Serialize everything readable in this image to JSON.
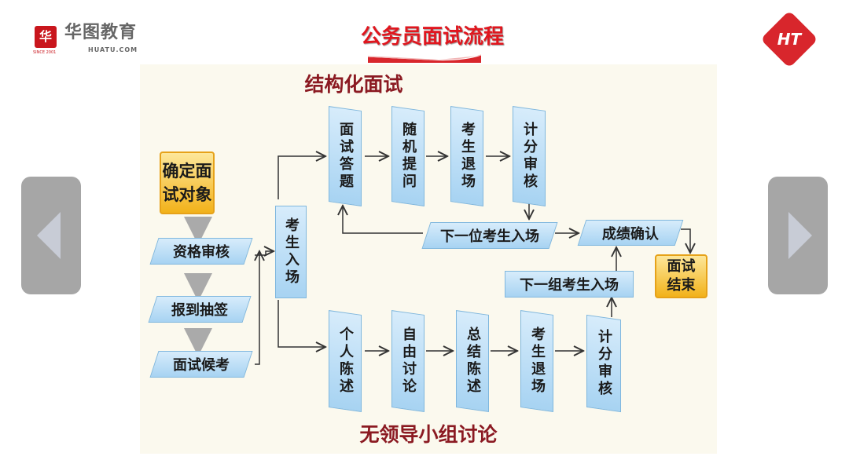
{
  "header": {
    "title": "公务员面试流程",
    "logo_cn": "华图教育",
    "logo_en": "HUATU.COM",
    "logo_since": "SINCE 2001",
    "logo_mark": "华",
    "corner_logo": "HT"
  },
  "nav": {
    "prev": "previous-slide",
    "next": "next-slide"
  },
  "diagram": {
    "structured_title": "结构化面试",
    "group_title": "无领导小组讨论",
    "start": "确定面试对象",
    "step1": "资格审核",
    "step2": "报到抽签",
    "step3": "面试候考",
    "enter": "考生入场",
    "top": [
      "面试答题",
      "随机提问",
      "考生退场",
      "计分审核"
    ],
    "next_person": "下一位考生入场",
    "confirm": "成绩确认",
    "end": "面试结束",
    "next_group": "下一组考生入场",
    "bottom": [
      "个人陈述",
      "自由讨论",
      "总结陈述",
      "考生退场",
      "计分审核"
    ]
  },
  "colors": {
    "title": "#e0161e",
    "section": "#8b1a22",
    "box": "#a7d3f2",
    "orange": "#f2b21a"
  }
}
